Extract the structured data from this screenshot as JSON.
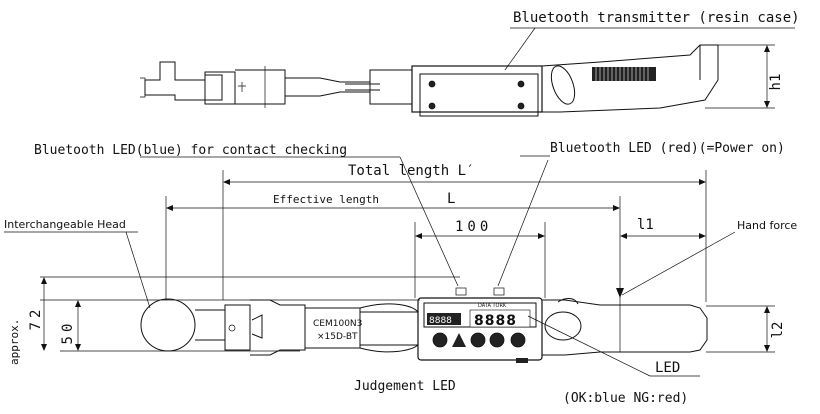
{
  "labels": {
    "bt_transmitter": "Bluetooth transmitter (resin case)",
    "led_blue": "Bluetooth LED(blue) for contact checking",
    "led_red": "Bluetooth LED (red)(=Power on)",
    "total_length": "Total length L′",
    "effective_length": "Effective length",
    "L": "L",
    "dim_100": "100",
    "l1": "l1",
    "hand_force": "Hand force",
    "interchangeable_head": "Interchangeable Head",
    "approx": "approx.",
    "dim_72": "72",
    "dim_50": "50",
    "model_line1": "CEM100N3",
    "model_line2": "×15D-BT",
    "l2": "l2",
    "h1": "h1",
    "led": "LED",
    "judgement_led": "Judgement LED",
    "ok_ng": "(OK:blue NG:red)",
    "display_digits": "8888",
    "display_brand": "DATA TORK",
    "lcd_left": "8888"
  },
  "icons": [
    "screw-icon",
    "warning-icon",
    "bluetooth-icon",
    "settings-icon"
  ]
}
